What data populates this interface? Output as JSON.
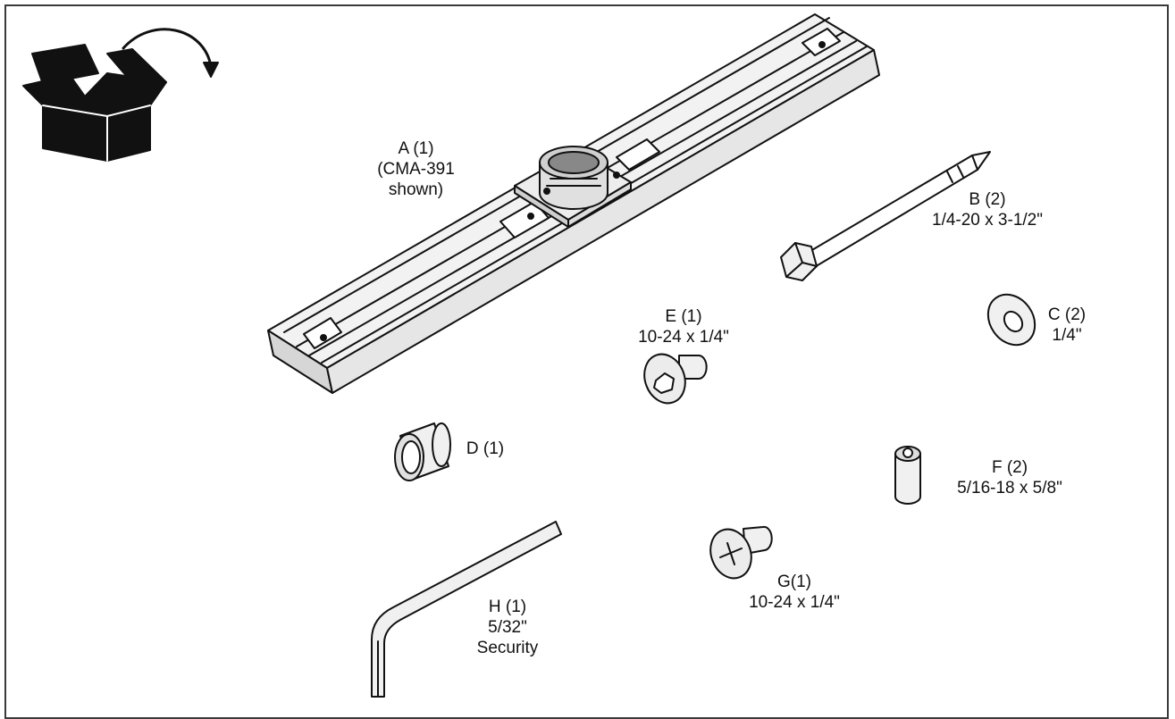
{
  "colors": {
    "ink": "#111111",
    "frame": "#3a3a3a",
    "fill_light": "#f2f2f2",
    "fill_mid": "#d6d6d6"
  },
  "icon": "open-box-unpack-icon",
  "parts": {
    "A": {
      "line1": "A (1)",
      "line2": "(CMA-391",
      "line3": "shown)"
    },
    "B": {
      "line1": "B (2)",
      "line2": "1/4-20 x 3-1/2\""
    },
    "C": {
      "line1": "C (2)",
      "line2": "1/4\""
    },
    "D": {
      "line1": "D (1)"
    },
    "E": {
      "line1": "E (1)",
      "line2": "10-24 x 1/4\""
    },
    "F": {
      "line1": "F (2)",
      "line2": "5/16-18 x 5/8\""
    },
    "G": {
      "line1": "G(1)",
      "line2": "10-24 x 1/4\""
    },
    "H": {
      "line1": "H (1)",
      "line2": "5/32\"",
      "line3": "Security"
    }
  }
}
